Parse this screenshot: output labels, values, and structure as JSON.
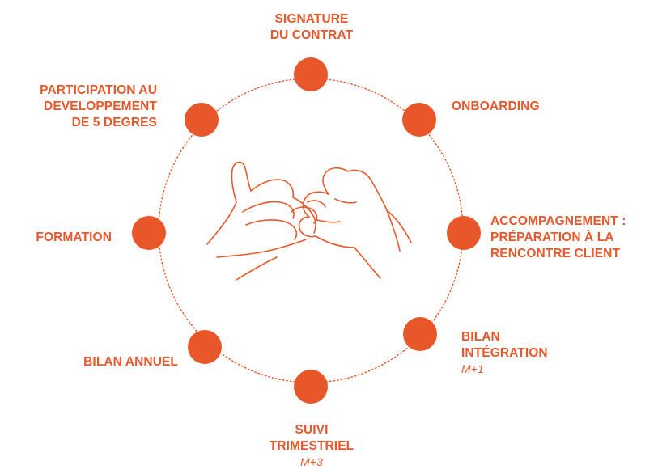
{
  "colors": {
    "accent": "#E8572A",
    "ring": "#E8572A",
    "background": "#ffffff"
  },
  "center_icon": "pinky-promise-hands-icon",
  "steps": [
    {
      "id": "signature",
      "lines": [
        "SIGNATURE",
        "DU CONTRAT"
      ],
      "sub": ""
    },
    {
      "id": "onboarding",
      "lines": [
        "ONBOARDING"
      ],
      "sub": ""
    },
    {
      "id": "accompagnement",
      "lines": [
        "ACCOMPAGNEMENT :",
        "PRÉPARATION À LA",
        "RENCONTRE CLIENT"
      ],
      "sub": ""
    },
    {
      "id": "bilan-integration",
      "lines": [
        "BILAN",
        "INTÉGRATION"
      ],
      "sub": "M+1"
    },
    {
      "id": "suivi",
      "lines": [
        "SUIVI",
        "TRIMESTRIEL"
      ],
      "sub": "M+3"
    },
    {
      "id": "bilan-annuel",
      "lines": [
        "BILAN ANNUEL"
      ],
      "sub": ""
    },
    {
      "id": "formation",
      "lines": [
        "FORMATION"
      ],
      "sub": ""
    },
    {
      "id": "participation",
      "lines": [
        "PARTICIPATION AU",
        "DEVELOPPEMENT",
        "DE 5 DEGRES"
      ],
      "sub": ""
    }
  ]
}
